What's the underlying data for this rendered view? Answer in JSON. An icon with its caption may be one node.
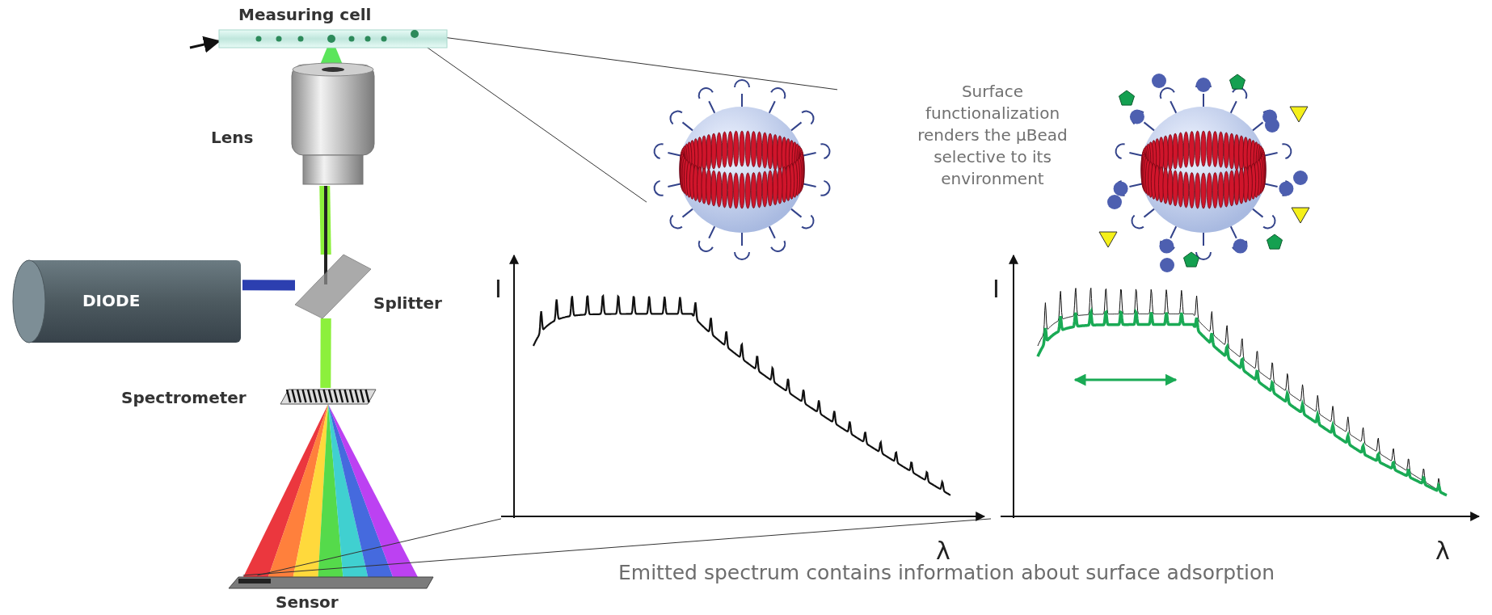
{
  "diagram": {
    "caption": "Emitted spectrum contains information about surface adsorption",
    "nodes": [
      {
        "text": [
          "Measuring cell"
        ]
      },
      {
        "text": [],
        "shape": "circle",
        "in": 0
      },
      {
        "text": [
          "Lens"
        ]
      },
      {
        "text": [
          "DIODE"
        ]
      },
      {
        "text": [
          "Splitter"
        ]
      },
      {
        "text": [
          "Spectrometer"
        ]
      },
      {
        "text": [
          "Sensor"
        ]
      },
      {
        "text": [],
        "shape": "picture"
      },
      {
        "text": [],
        "shape": "picture"
      },
      {
        "text": [],
        "shape": "picture",
        "beside": [
          "I",
          "λ"
        ]
      },
      {
        "text": [],
        "shape": "picture",
        "beside": [
          "I",
          "λ"
        ]
      }
    ],
    "edges": [
      {
        "from": null,
        "to": 0,
        "arrow": "to"
      },
      {
        "from": 1,
        "to": 7,
        "arrow": "none"
      },
      {
        "from": 1,
        "to": 7,
        "arrow": "none"
      },
      {
        "from": 6,
        "to": 9,
        "arrow": "none"
      },
      {
        "from": 6,
        "to": 9,
        "arrow": "none"
      },
      {
        "from": 3,
        "to": 4,
        "arrow": "none",
        "style": "thick",
        "color": "#2c3fb0"
      },
      {
        "from": 2,
        "to": 4,
        "arrow": "none",
        "style": "thick",
        "color": "#8cf03c"
      },
      {
        "from": 4,
        "to": 5,
        "arrow": "none",
        "style": "thick",
        "color": "#8cf03c"
      }
    ],
    "labels": [
      "Surface functionalization renders the μBead selective to its environment"
    ]
  }
}
